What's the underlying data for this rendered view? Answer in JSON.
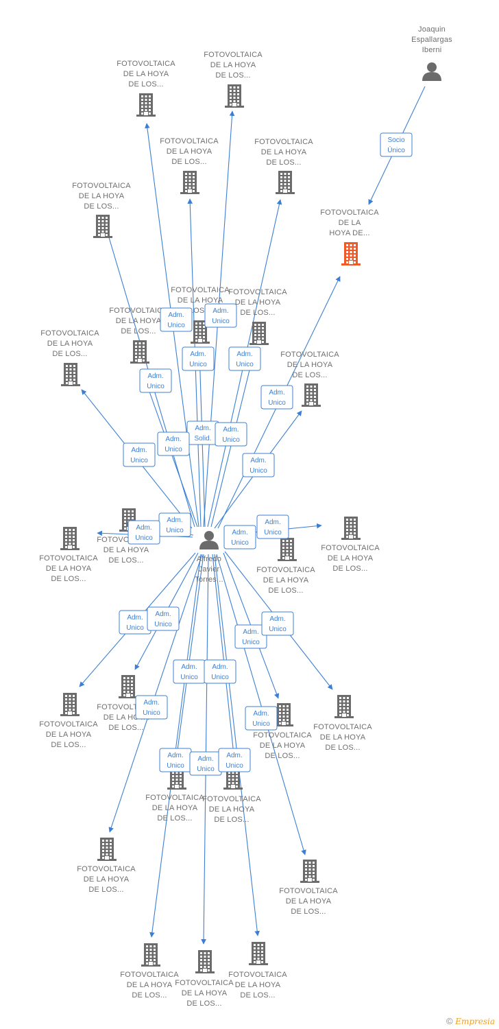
{
  "colors": {
    "edge": "#3b7fd4",
    "building": "#6b6b6b",
    "highlight": "#f05a28",
    "person": "#6b6b6b"
  },
  "persons": [
    {
      "id": "p_alfredo",
      "lines": [
        "Alfredo",
        "Javier",
        "Torres..."
      ]
    },
    {
      "id": "p_joaquin",
      "lines": [
        "Joaquin",
        "Espallargas",
        "Iberni"
      ]
    }
  ],
  "companies": [
    {
      "id": "c_target",
      "highlight": true,
      "lines": [
        "FOTOVOLTAICA",
        "DE LA",
        "HOYA DE..."
      ]
    },
    {
      "id": "c01",
      "lines": [
        "FOTOVOLTAICA",
        "DE LA HOYA",
        "DE LOS..."
      ]
    },
    {
      "id": "c02",
      "lines": [
        "FOTOVOLTAICA",
        "DE LA HOYA",
        "DE LOS..."
      ]
    },
    {
      "id": "c03",
      "lines": [
        "FOTOVOLTAICA",
        "DE LA HOYA",
        "DE LOS..."
      ]
    },
    {
      "id": "c04",
      "lines": [
        "FOTOVOLTAICA",
        "DE LA HOYA",
        "DE LOS..."
      ]
    },
    {
      "id": "c05",
      "lines": [
        "FOTOVOLTAICA",
        "DE LA HOYA",
        "DE LOS..."
      ]
    },
    {
      "id": "c06",
      "lines": [
        "FOTOVOLTAICA",
        "DE LA HOYA",
        "LOS..."
      ]
    },
    {
      "id": "c07",
      "lines": [
        "FOTOVOLTAICA",
        "DE LA HOYA",
        "DE LOS..."
      ]
    },
    {
      "id": "c08",
      "lines": [
        "FOTOVOLTAICA",
        "DE LA HOYA",
        "DE LOS..."
      ]
    },
    {
      "id": "c09",
      "lines": [
        "FOTOVOLTAICA",
        "DE LA HOYA",
        "DE LOS..."
      ]
    },
    {
      "id": "c10",
      "lines": [
        "FOTOVOLTAICA",
        "DE LA HOYA",
        "DE LOS..."
      ]
    },
    {
      "id": "c11",
      "lines": [
        "FOTOVOLTAICA",
        "DE LA HOYA",
        "DE LOS..."
      ]
    },
    {
      "id": "c12",
      "lines": [
        "FOTOVOLTAICA",
        "DE LA HOYA",
        "DE LOS..."
      ]
    },
    {
      "id": "c13",
      "lines": [
        "FOTOVOLTAICA",
        "DE LA HOYA",
        "DE LOS..."
      ]
    },
    {
      "id": "c14",
      "lines": [
        "FOTOVOLTAICA",
        "DE LA HOYA",
        "DE LOS..."
      ]
    },
    {
      "id": "c15",
      "lines": [
        "FOTOVOLTAICA",
        "DE LA HOYA",
        "DE LOS..."
      ]
    },
    {
      "id": "c16",
      "lines": [
        "FOTOVOLTAICA",
        "DE LA HOYA",
        "DE LOS..."
      ]
    },
    {
      "id": "c17",
      "lines": [
        "FOTOVOLTAICA",
        "DE LA HOYA",
        "DE LOS..."
      ]
    },
    {
      "id": "c18",
      "lines": [
        "FOTOVOLTAICA",
        "DE LA HOYA",
        "DE LOS..."
      ]
    },
    {
      "id": "c19",
      "lines": [
        "FOTOVOLTAICA",
        "DE LA HOYA",
        "DE LOS..."
      ]
    },
    {
      "id": "c20",
      "lines": [
        "FOTOVOLTAICA",
        "DE LA HOYA",
        "DE LOS..."
      ]
    },
    {
      "id": "c21",
      "lines": [
        "FOTOVOLTAICA",
        "DE LA HOYA",
        "DE LOS..."
      ]
    },
    {
      "id": "c22",
      "lines": [
        "FOTOVOLTAICA",
        "DE LA HOYA",
        "DE LOS..."
      ]
    },
    {
      "id": "c23",
      "lines": [
        "FOTOVOLTAICA",
        "DE LA HOYA",
        "DE LOS..."
      ]
    },
    {
      "id": "c24",
      "lines": [
        "FOTOVOLTAICA",
        "DE LA HOYA",
        "DE LOS..."
      ]
    }
  ],
  "edges": [
    {
      "from": "p_joaquin",
      "to": "c_target",
      "label": [
        "Socio",
        "Único"
      ]
    },
    {
      "from": "p_alfredo",
      "to": "c01",
      "label": [
        "Adm.",
        "Unico"
      ]
    },
    {
      "from": "p_alfredo",
      "to": "c02",
      "label": [
        "Adm.",
        "Unico"
      ]
    },
    {
      "from": "p_alfredo",
      "to": "c03",
      "label": [
        "Adm.",
        "Unico"
      ]
    },
    {
      "from": "p_alfredo",
      "to": "c04",
      "label": [
        "Adm.",
        "Unico"
      ]
    },
    {
      "from": "p_alfredo",
      "to": "c05",
      "label": [
        "Adm.",
        "Unico"
      ]
    },
    {
      "from": "p_alfredo",
      "to": "c06",
      "label": [
        "Adm.",
        "Solid."
      ]
    },
    {
      "from": "p_alfredo",
      "to": "c07",
      "label": [
        "Adm.",
        "Unico"
      ]
    },
    {
      "from": "p_alfredo",
      "to": "c08",
      "label": [
        "Adm.",
        "Unico"
      ]
    },
    {
      "from": "p_alfredo",
      "to": "c09",
      "label": [
        "Adm.",
        "Unico"
      ]
    },
    {
      "from": "p_alfredo",
      "to": "c10",
      "label": [
        "Adm.",
        "Unico"
      ]
    },
    {
      "from": "p_alfredo",
      "to": "c_target",
      "label": [
        "Adm.",
        "Unico"
      ]
    },
    {
      "from": "p_alfredo",
      "to": "c11",
      "label": [
        "Adm.",
        "Unico"
      ]
    },
    {
      "from": "p_alfredo",
      "to": "c12",
      "label": [
        "Adm.",
        "Unico"
      ]
    },
    {
      "from": "p_alfredo",
      "to": "c13",
      "label": [
        "Adm.",
        "Unico"
      ]
    },
    {
      "from": "p_alfredo",
      "to": "c14",
      "label": [
        "Adm.",
        "Unico"
      ]
    },
    {
      "from": "p_alfredo",
      "to": "c15",
      "label": [
        "Adm.",
        "Unico"
      ]
    },
    {
      "from": "p_alfredo",
      "to": "c16",
      "label": [
        "Adm.",
        "Unico"
      ]
    },
    {
      "from": "p_alfredo",
      "to": "c17",
      "label": [
        "Adm.",
        "Unico"
      ]
    },
    {
      "from": "p_alfredo",
      "to": "c18",
      "label": [
        "Adm.",
        "Unico"
      ]
    },
    {
      "from": "p_alfredo",
      "to": "c19",
      "label": [
        "Adm.",
        "Unico"
      ]
    },
    {
      "from": "p_alfredo",
      "to": "c20",
      "label": [
        "Adm.",
        "Unico"
      ]
    },
    {
      "from": "p_alfredo",
      "to": "c21",
      "label": [
        "Adm.",
        "Unico"
      ]
    },
    {
      "from": "p_alfredo",
      "to": "c22",
      "label": [
        "Adm.",
        "Unico"
      ]
    },
    {
      "from": "p_alfredo",
      "to": "c23",
      "label": [
        "Adm.",
        "Unico"
      ]
    },
    {
      "from": "p_alfredo",
      "to": "c24",
      "label": [
        "Adm.",
        "Unico"
      ]
    },
    {
      "from": "p_alfredo",
      "to": "c16",
      "label": [
        "Adm.",
        "Unico"
      ]
    }
  ],
  "footer": {
    "copyright_symbol": "©",
    "brand": "Empresia"
  }
}
